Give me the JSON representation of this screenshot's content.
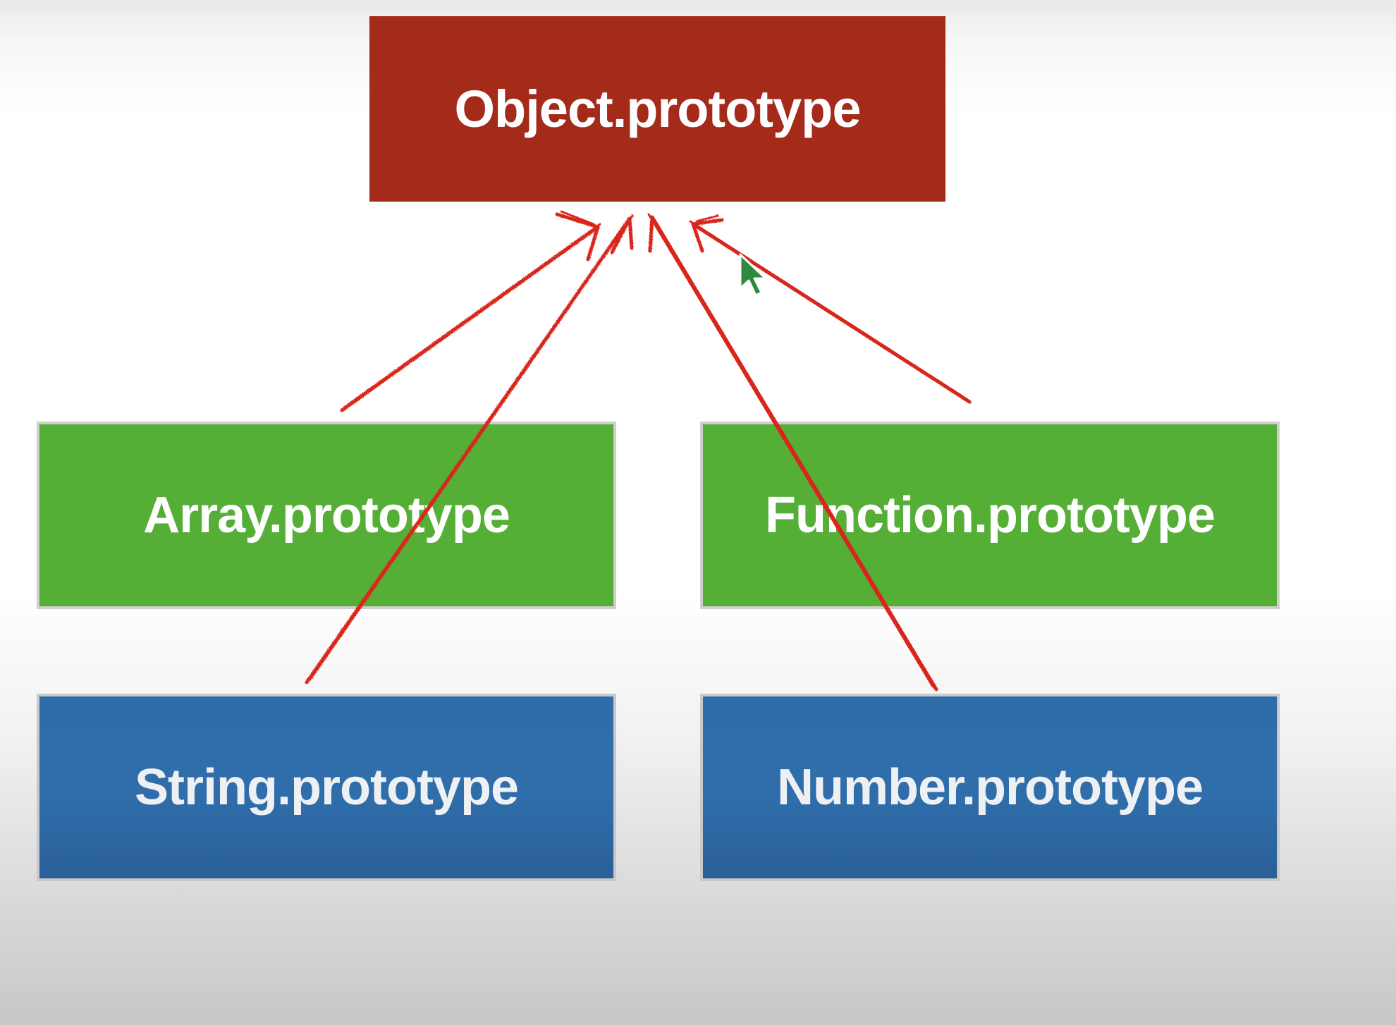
{
  "diagram": {
    "nodes": {
      "object": {
        "label": "Object.prototype",
        "color": "#a42a1a"
      },
      "array": {
        "label": "Array.prototype",
        "color": "#55ae36"
      },
      "function": {
        "label": "Function.prototype",
        "color": "#55ae36"
      },
      "string": {
        "label": "String.prototype",
        "color": "#2e6daa"
      },
      "number": {
        "label": "Number.prototype",
        "color": "#2e6daa"
      }
    },
    "arrows": [
      {
        "from": "array",
        "to": "object"
      },
      {
        "from": "string",
        "to": "object"
      },
      {
        "from": "number",
        "to": "object"
      },
      {
        "from": "function",
        "to": "object"
      }
    ],
    "arrow_color": "#d9261c"
  },
  "cursor": {
    "icon": "mouse-pointer-icon",
    "color": "#2e8b3e"
  }
}
